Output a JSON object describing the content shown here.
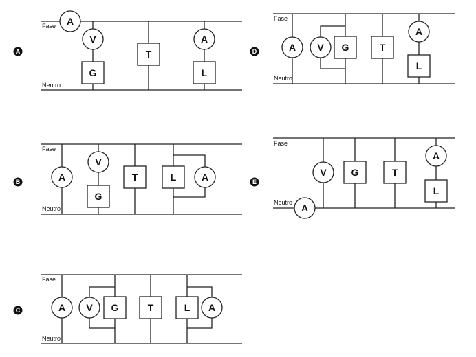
{
  "labels": {
    "phase": "Fase",
    "neutral": "Neutro"
  },
  "symbols": {
    "ammeter": "A",
    "voltmeter": "V",
    "generator": "G",
    "tv": "T",
    "lamp": "L"
  },
  "options": [
    {
      "letter": "A"
    },
    {
      "letter": "B"
    },
    {
      "letter": "C"
    },
    {
      "letter": "D"
    },
    {
      "letter": "E"
    }
  ]
}
